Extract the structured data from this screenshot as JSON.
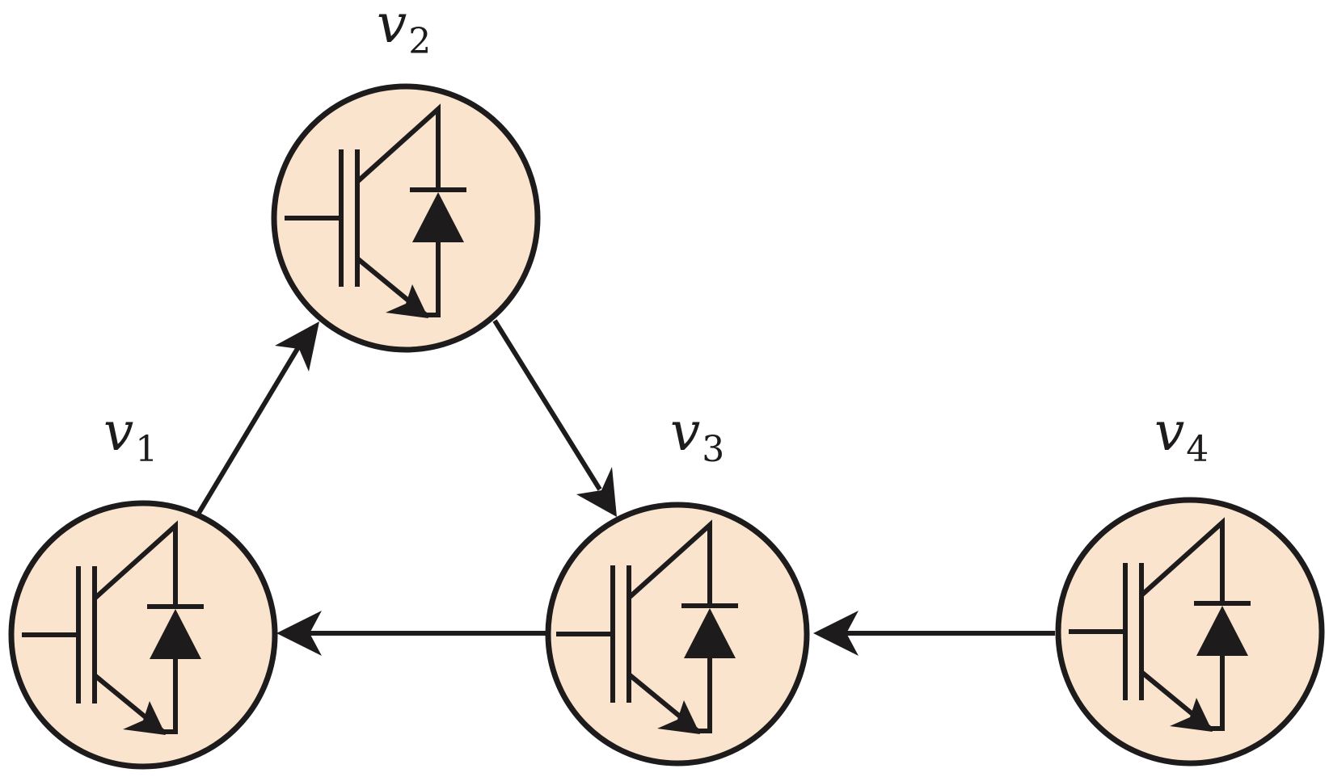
{
  "diagram": {
    "nodes": [
      {
        "id": "v1",
        "label": "v",
        "subscript": "1"
      },
      {
        "id": "v2",
        "label": "v",
        "subscript": "2"
      },
      {
        "id": "v3",
        "label": "v",
        "subscript": "3"
      },
      {
        "id": "v4",
        "label": "v",
        "subscript": "4"
      }
    ],
    "edges": [
      {
        "from": "v1",
        "to": "v2"
      },
      {
        "from": "v2",
        "to": "v3"
      },
      {
        "from": "v3",
        "to": "v1"
      },
      {
        "from": "v4",
        "to": "v3"
      }
    ],
    "colors": {
      "node_fill": "#fbe4cd",
      "stroke": "#1d1b1b"
    },
    "node_icon": "igbt-with-diode-icon"
  }
}
